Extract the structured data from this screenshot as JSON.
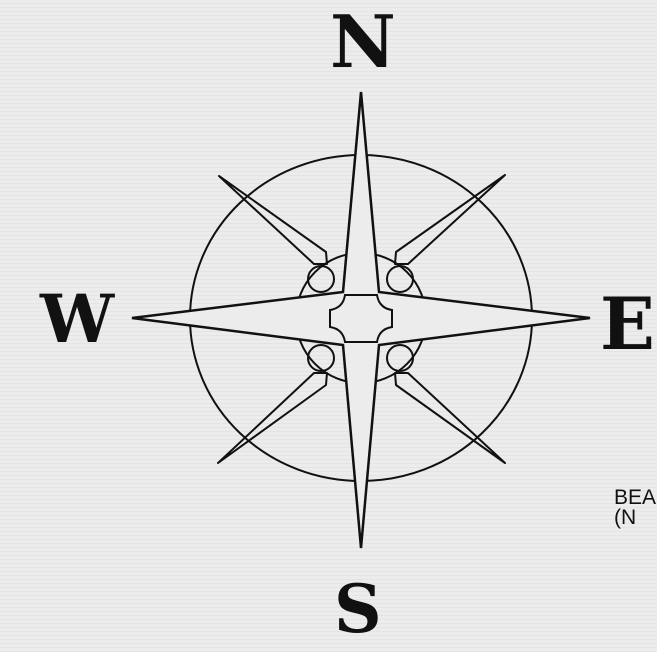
{
  "compass": {
    "north": "N",
    "south": "S",
    "west": "W",
    "east": "E"
  },
  "note": {
    "line1": "BEA",
    "line2": "(N"
  },
  "colors": {
    "ink": "#111111",
    "paper": "#ececec"
  }
}
